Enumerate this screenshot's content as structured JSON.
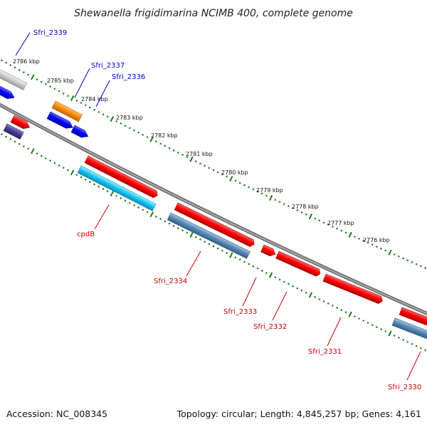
{
  "title": "Shewanella frigidimarina NCIMB 400, complete genome",
  "footer": {
    "accession": "Accession: NC_008345",
    "summary": "Topology: circular; Length: 4,845,257 bp; Genes: 4,161"
  },
  "colors": {
    "backbone": "#808080",
    "tick": "#1a7a1a",
    "label_top": "#0000cc",
    "label_bottom": "#cc0000"
  },
  "kbp_ticks": [
    "2786 kbp",
    "2785 kbp",
    "2784 kbp",
    "2783 kbp",
    "2782 kbp",
    "2781 kbp",
    "2780 kbp",
    "2779 kbp",
    "2778 kbp",
    "2777 kbp",
    "2776 kbp"
  ],
  "genes": {
    "top": [
      "Sfri_2339",
      "Sfri_2337",
      "Sfri_2336"
    ],
    "bottom": [
      "cpdB",
      "Sfri_2334",
      "Sfri_2333",
      "Sfri_2332",
      "Sfri_2331",
      "Sfri_2330"
    ]
  }
}
